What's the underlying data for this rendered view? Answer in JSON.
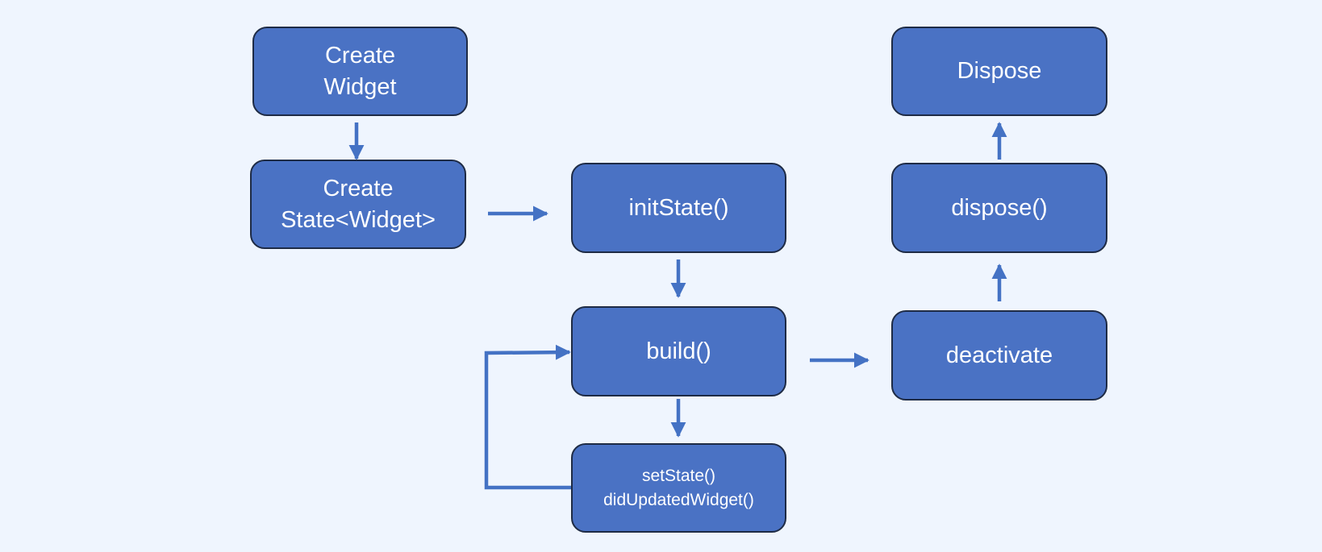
{
  "colors": {
    "background": "#eff5fe",
    "node_fill": "#4a72c4",
    "node_border": "#1e2b45",
    "arrow": "#4472c4",
    "text": "#ffffff"
  },
  "nodes": {
    "create_widget": {
      "line1": "Create",
      "line2": "Widget"
    },
    "create_state": {
      "line1": "Create",
      "line2": "State<Widget>"
    },
    "init_state": {
      "label": "initState()"
    },
    "build": {
      "label": "build()"
    },
    "set_state": {
      "line1": "setState()",
      "line2": "didUpdatedWidget()"
    },
    "deactivate": {
      "label": "deactivate"
    },
    "dispose_method": {
      "label": "dispose()"
    },
    "dispose_state": {
      "label": "Dispose"
    }
  },
  "edges": [
    {
      "from": "create_widget",
      "to": "create_state",
      "direction": "down"
    },
    {
      "from": "create_state",
      "to": "init_state",
      "direction": "right"
    },
    {
      "from": "init_state",
      "to": "build",
      "direction": "down"
    },
    {
      "from": "build",
      "to": "set_state",
      "direction": "down"
    },
    {
      "from": "set_state",
      "to": "build",
      "direction": "loop-back"
    },
    {
      "from": "build",
      "to": "deactivate",
      "direction": "right"
    },
    {
      "from": "deactivate",
      "to": "dispose_method",
      "direction": "up"
    },
    {
      "from": "dispose_method",
      "to": "dispose_state",
      "direction": "up"
    }
  ]
}
